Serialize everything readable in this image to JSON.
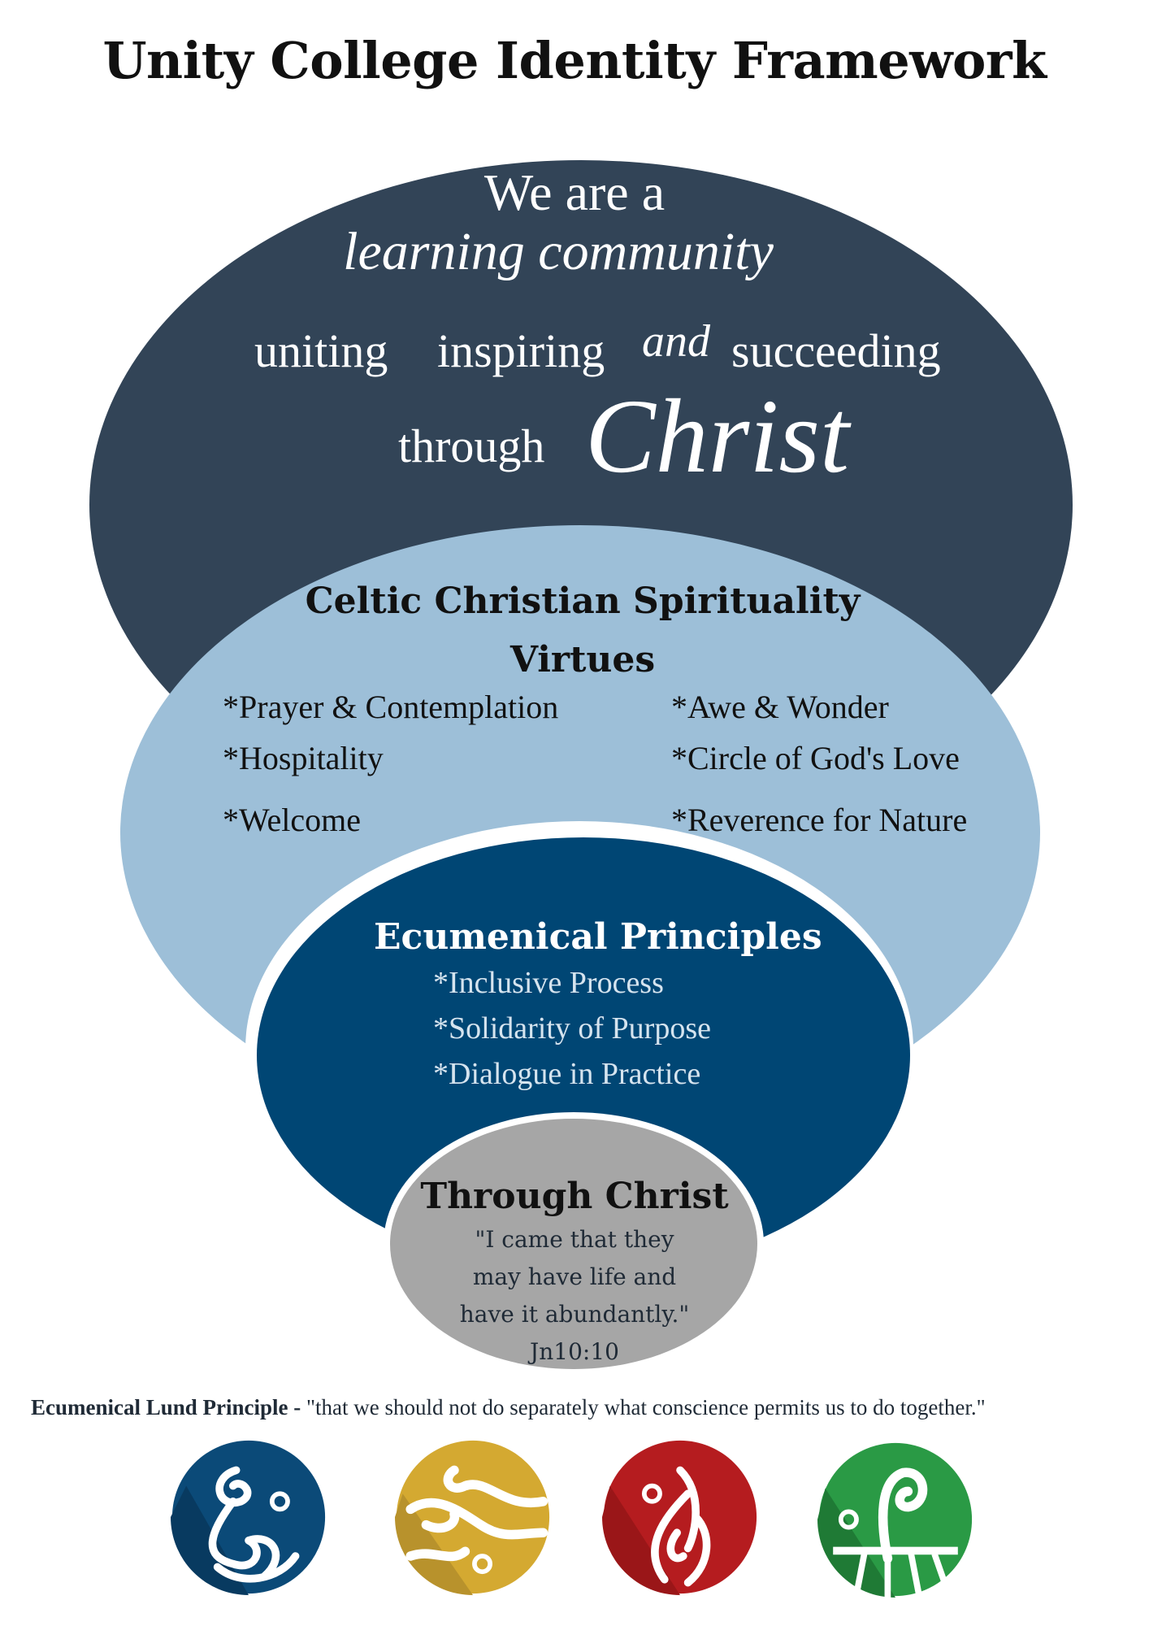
{
  "title": "Unity College Identity Framework",
  "mission": {
    "line1": "We are a",
    "line2": "learning community",
    "word_uniting": "uniting",
    "word_inspiring": "inspiring",
    "word_and": "and",
    "word_succeeding": "succeeding",
    "word_through": "through",
    "word_christ": "Christ"
  },
  "virtues": {
    "heading_line1": "Celtic Christian Spirituality",
    "heading_line2": "Virtues",
    "left": [
      "*Prayer & Contemplation",
      "*Hospitality",
      "*Welcome"
    ],
    "right": [
      "*Awe & Wonder",
      "*Circle of God's Love",
      "*Reverence for Nature"
    ]
  },
  "ecumenical": {
    "heading": "Ecumenical Principles",
    "items": [
      "*Inclusive Process",
      "*Solidarity of Purpose",
      "*Dialogue in Practice"
    ]
  },
  "through_christ": {
    "heading": "Through Christ",
    "quote_lines": [
      "\"I came that they",
      "may have life and",
      "have it abundantly.\""
    ],
    "reference": "Jn10:10"
  },
  "lund": {
    "label": "Ecumenical Lund Principle -",
    "quote": "\"that we should not do separately what conscience permits us to do together.\""
  },
  "colors": {
    "outer": "#324457",
    "virtues": "#9dbfd8",
    "ecumenical": "#004674",
    "christ": "#a6a6a6",
    "logo_blue": "#0b4a78",
    "logo_gold": "#d4a931",
    "logo_red": "#b51c1f",
    "logo_green": "#2a9a45"
  },
  "logos": [
    "water-swirl-logo",
    "wind-swirl-logo",
    "fire-flame-logo",
    "earth-tree-logo"
  ]
}
